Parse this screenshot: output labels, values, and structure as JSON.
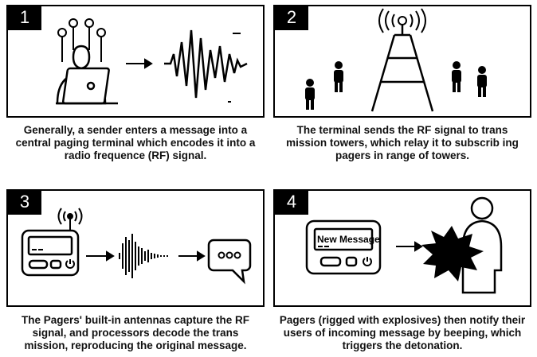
{
  "panels": [
    {
      "number": "1",
      "caption": "Generally, a sender enters a message into a central paging terminal which encodes it into a radio frequence (RF) signal."
    },
    {
      "number": "2",
      "caption": "The terminal sends the RF signal to trans mission towers, which relay it to subscrib ing pagers in range of towers."
    },
    {
      "number": "3",
      "caption": "The Pagers' built-in antennas capture the RF signal, and processors decode the trans mission, reproducing the original message."
    },
    {
      "number": "4",
      "caption": "Pagers (rigged with explosives) then notify their users of incoming message by beeping, which triggers the detonation.",
      "pager_screen_text": "New Message"
    }
  ],
  "icons": [
    "person-laptop-icon",
    "rf-wave-icon",
    "tower-icon",
    "person-icon",
    "pager-icon",
    "antenna-icon",
    "speech-bubble-icon",
    "explosion-icon",
    "arrow-icon"
  ]
}
